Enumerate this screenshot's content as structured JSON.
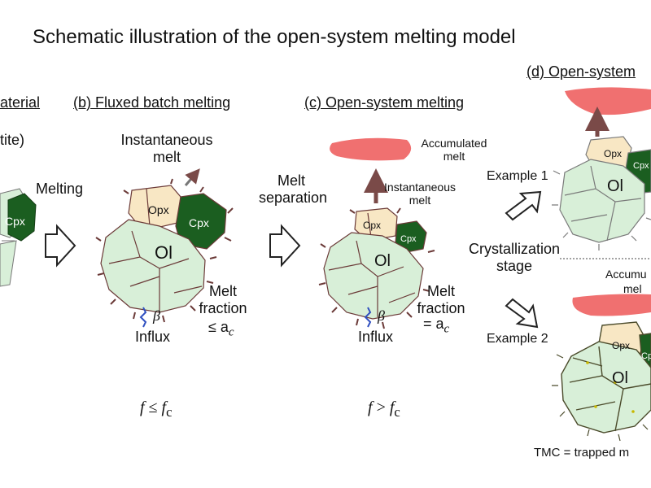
{
  "title": "Schematic illustration of the open-system melting model",
  "headings": {
    "a": "aterial",
    "b": "(b) Fluxed batch melting",
    "c": "(c) Open-system melting",
    "d": "(d) Open-system"
  },
  "panel_a": {
    "partial": "tite)",
    "cpx": "Cpx"
  },
  "arrow_melting": "Melting",
  "arrow_separation": [
    "Melt",
    "separation"
  ],
  "panel_b": {
    "inst_melt": [
      "Instantaneous",
      "melt"
    ],
    "opx": "Opx",
    "cpx": "Cpx",
    "ol": "Ol",
    "fraction": [
      "Melt",
      "fraction"
    ],
    "fraction_value": "≤ a",
    "fraction_sub": "c",
    "beta": "β",
    "influx": "Influx",
    "formula": {
      "f": "f",
      "op": " ≤ ",
      "fc": "f",
      "sub": "c"
    }
  },
  "panel_c": {
    "accumulated": [
      "Accumulated",
      "melt"
    ],
    "inst_melt": [
      "Instantaneous",
      "melt"
    ],
    "opx": "Opx",
    "cpx": "Cpx",
    "ol": "Ol",
    "fraction": [
      "Melt",
      "fraction"
    ],
    "fraction_value": "= a",
    "fraction_sub": "c",
    "beta": "β",
    "influx": "Influx",
    "formula": {
      "f": "f",
      "op": " > ",
      "fc": "f",
      "sub": "c"
    }
  },
  "panel_d": {
    "example1": "Example 1",
    "example2": "Example 2",
    "crystallization": [
      "Crystallization",
      "stage"
    ],
    "opx1": "Opx",
    "cpx1": "Cpx",
    "ol1": "Ol",
    "opx2": "Opx",
    "cpx2": "Cp",
    "ol2": "Ol",
    "accum_partial": [
      "Accumu",
      "mel"
    ],
    "tmc": "TMC = trapped m"
  },
  "colors": {
    "olivine": "#d8efd8",
    "opx": "#f8e7c4",
    "cpx": "#1b5e20",
    "melt_pool": "#f07070",
    "melt_arrow": "#7a4a48",
    "grain_edge": "#6b3a38",
    "beta_arrow": "#3050c0"
  }
}
